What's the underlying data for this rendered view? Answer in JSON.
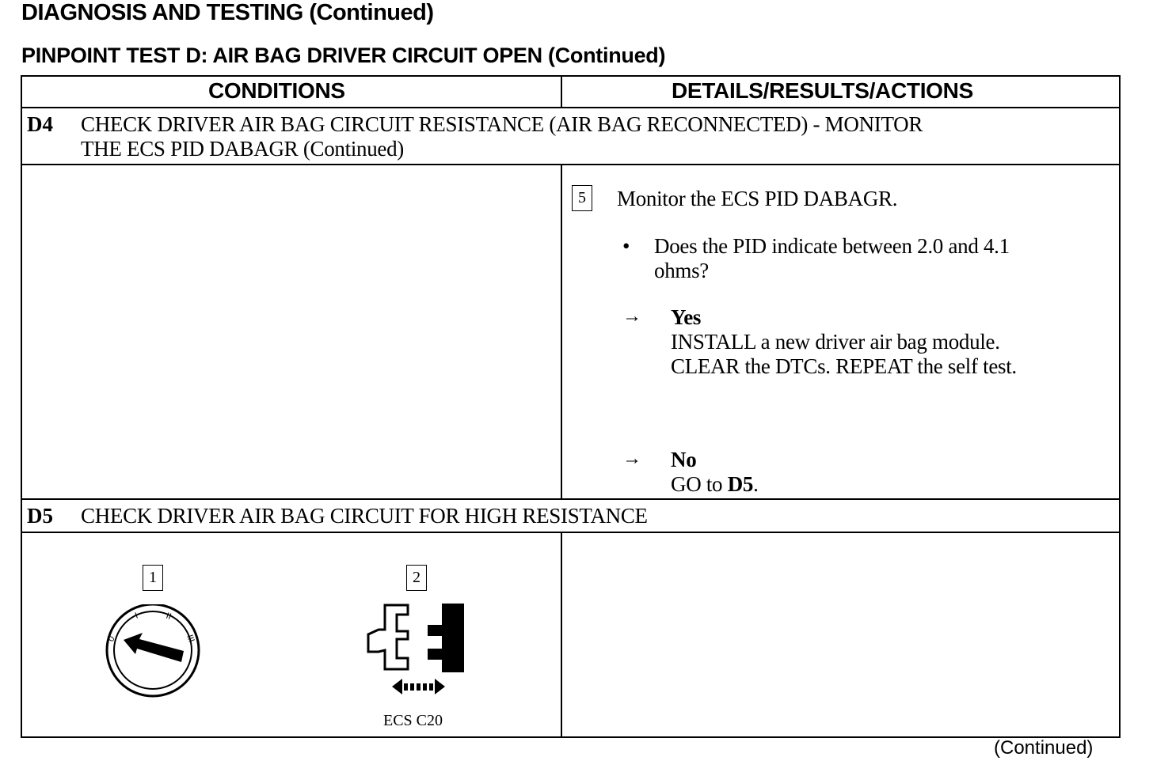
{
  "header": {
    "title": "DIAGNOSIS AND TESTING (Continued)",
    "subtitle": "PINPOINT TEST D:  AIR BAG DRIVER CIRCUIT OPEN (Continued)"
  },
  "table": {
    "col_conditions": "CONDITIONS",
    "col_details": "DETAILS/RESULTS/ACTIONS",
    "steps": [
      {
        "id": "D4",
        "title_line1": "CHECK DRIVER AIR BAG CIRCUIT RESISTANCE (AIR BAG RECONNECTED) - MONITOR",
        "title_line2": "THE ECS PID DABAGR (Continued)",
        "substep_number": "5",
        "instruction": "Monitor the ECS PID DABAGR.",
        "question_line1": "Does the PID indicate between 2.0 and 4.1",
        "question_line2": "ohms?",
        "yes_label": "Yes",
        "yes_action_line1": "INSTALL a new driver air bag module.",
        "yes_action_line2": "CLEAR the DTCs.  REPEAT the self test.",
        "no_label": "No",
        "no_action_prefix": "GO to ",
        "no_action_target": "D5",
        "no_action_suffix": "."
      },
      {
        "id": "D5",
        "title_line1": "CHECK DRIVER AIR BAG CIRCUIT FOR HIGH RESISTANCE",
        "figure1_number": "1",
        "figure2_number": "2",
        "figure2_caption": "ECS C20"
      }
    ]
  },
  "footer": {
    "continued": "(Continued)"
  },
  "icons": {
    "bullet": "•",
    "arrow": "→"
  }
}
